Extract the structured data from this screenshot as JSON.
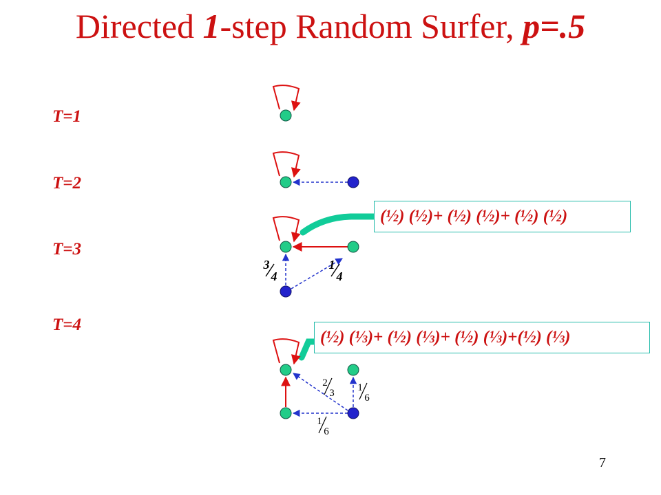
{
  "title": {
    "prefix": "Directed ",
    "step": "1",
    "middle": "-step Random Surfer, ",
    "p": "p=.5"
  },
  "time_labels": [
    "T=1",
    "T=2",
    "T=3",
    "T=4"
  ],
  "formulas": {
    "t3": "(½) (½)+ (½) (½)+ (½) (½)",
    "t4": "(½) (⅓)+ (½) (⅓)+ (½) (⅓)+(½) (⅓)"
  },
  "edge_labels": {
    "t3_left": {
      "num": "3",
      "den": "4"
    },
    "t3_right": {
      "num": "1",
      "den": "4"
    },
    "t4_diag": {
      "num": "2",
      "den": "3"
    },
    "t4_right": {
      "num": "1",
      "den": "6"
    },
    "t4_bottom": {
      "num": "1",
      "den": "6"
    }
  },
  "page_number": "7",
  "colors": {
    "text_red": "#cc1111",
    "node_green": "#22cc88",
    "node_blue": "#2222cc",
    "edge_red": "#dd1111",
    "edge_blue": "#2233cc",
    "callout_teal": "#11cc99"
  }
}
